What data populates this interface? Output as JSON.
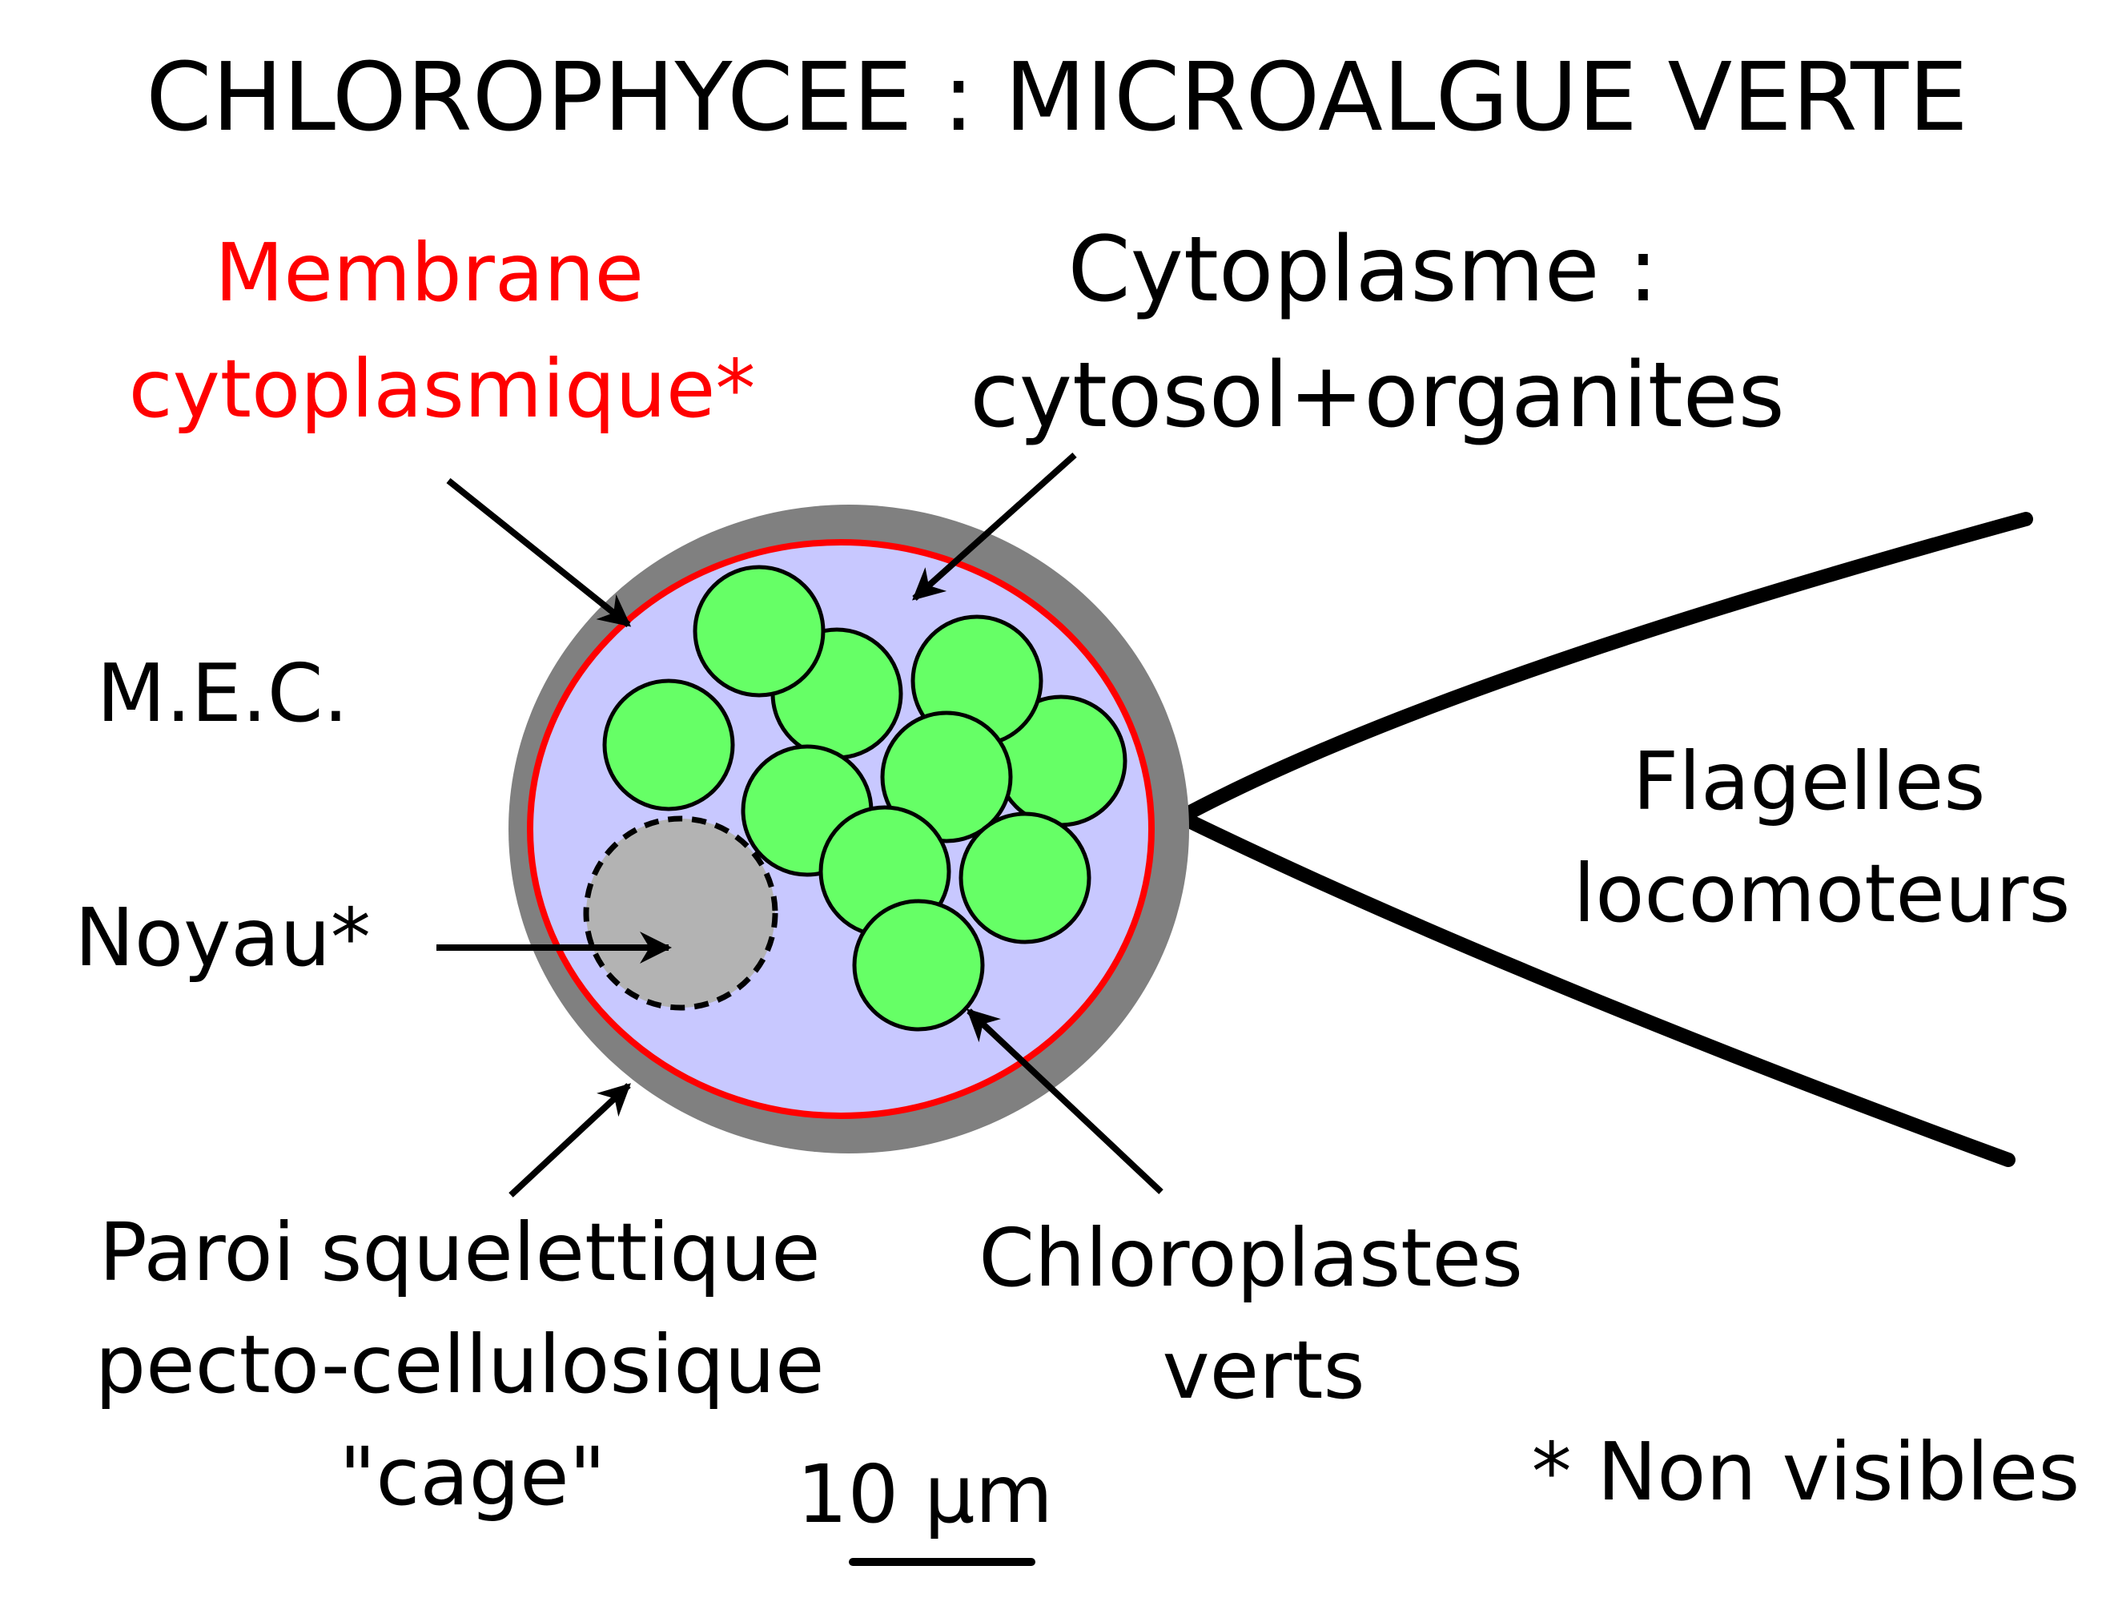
{
  "title": "CHLOROPHYCEE : MICROALGUE VERTE",
  "labels": {
    "membrane_line1": "Membrane",
    "membrane_line2": "cytoplasmique*",
    "cytoplasme_line1": "Cytoplasme :",
    "cytoplasme_line2": "cytosol+organites",
    "mec": "M.E.C.",
    "noyau": "Noyau*",
    "flagelles_line1": "Flagelles",
    "flagelles_line2": "locomoteurs",
    "paroi_line1": "Paroi squelettique",
    "paroi_line2": "pecto-cellulosique",
    "paroi_line3": "\"cage\"",
    "chloroplastes_line1": "Chloroplastes",
    "chloroplastes_line2": "verts",
    "scale": "10 µm",
    "footnote": "* Non visibles"
  },
  "colors": {
    "wall": "#808080",
    "membrane": "#ff0000",
    "cytoplasm": "#c8c8ff",
    "chloroplast": "#66ff66",
    "nucleus": "#b3b3b3",
    "stroke": "#000000",
    "membrane_label": "#ff0000"
  }
}
